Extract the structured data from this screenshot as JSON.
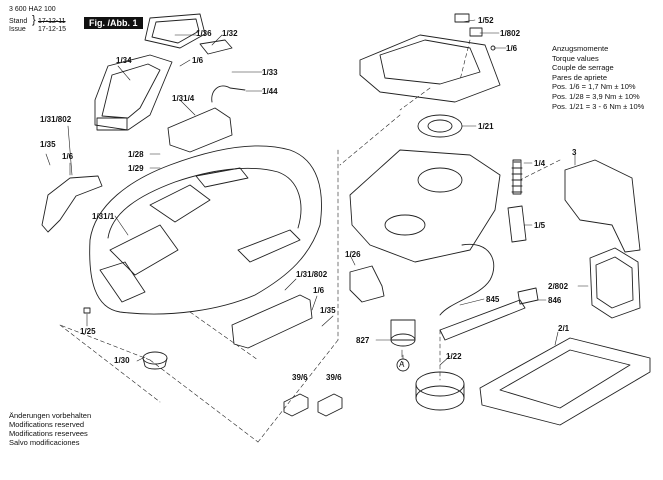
{
  "header": {
    "part_no": "3 600 HA2 100",
    "stand_label": "Stand",
    "issue_label": "Issue",
    "date_old": "17-12-11",
    "date_new": "17-12-15",
    "fig_label": "Fig. /Abb. 1"
  },
  "torque": {
    "lines": [
      "Anzugsmomente",
      "Torque values",
      "Couple de serrage",
      "Pares de apriete",
      "Pos. 1/6 = 1,7 Nm ± 10%",
      "Pos. 1/28 = 3,9 Nm ± 10%",
      "Pos. 1/21 = 3 - 6 Nm ± 10%"
    ]
  },
  "footer": {
    "lines": [
      "Änderungen vorbehalten",
      "Modifications reserved",
      "Modifications reservees",
      "Salvo modificaciones"
    ]
  },
  "callouts": [
    "1/36",
    "1/32",
    "1/6",
    "1/34",
    "1/33",
    "1/44",
    "1/31/4",
    "1/31/802",
    "1/35",
    "1/6",
    "1/28",
    "1/29",
    "1/31/1",
    "1/31/802",
    "1/6",
    "1/35",
    "1/25",
    "1/30",
    "39/6",
    "39/6",
    "1/52",
    "1/802",
    "1/6",
    "1/21",
    "1/4",
    "1/5",
    "1/26",
    "845",
    "846",
    "827",
    "1/22",
    "3",
    "2/802",
    "2/1"
  ],
  "marker_a": "A"
}
